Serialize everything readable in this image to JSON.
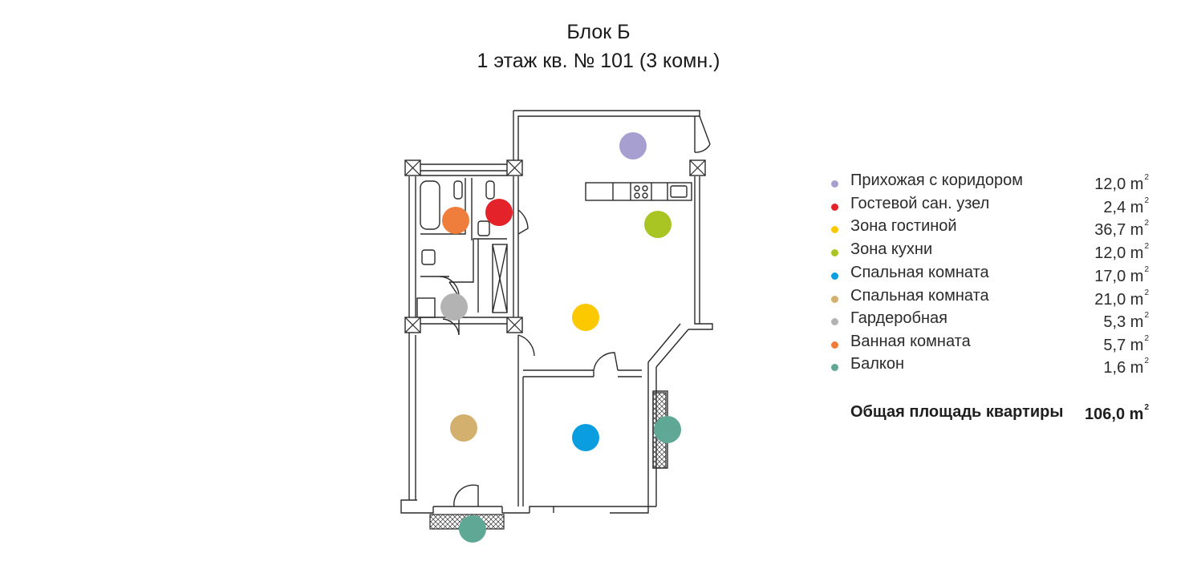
{
  "title": {
    "line1": "Блок Б",
    "line2": "1 этаж кв. № 101 (3 комн.)"
  },
  "rooms": [
    {
      "name": "Прихожая с коридором",
      "area": "12,0",
      "unit": "m",
      "exp": "2",
      "color": "#a69fd0"
    },
    {
      "name": "Гостевой сан. узел",
      "area": "2,4",
      "unit": "m",
      "exp": "2",
      "color": "#e4222a"
    },
    {
      "name": "Зона гостиной",
      "area": "36,7",
      "unit": "m",
      "exp": "2",
      "color": "#fcc800"
    },
    {
      "name": "Зона кухни",
      "area": "12,0",
      "unit": "m",
      "exp": "2",
      "color": "#a8c523"
    },
    {
      "name": "Спальная комната",
      "area": "17,0",
      "unit": "m",
      "exp": "2",
      "color": "#0a9ee0"
    },
    {
      "name": "Спальная комната",
      "area": "21,0",
      "unit": "m",
      "exp": "2",
      "color": "#d3b06e"
    },
    {
      "name": "Гардеробная",
      "area": "5,3",
      "unit": "m",
      "exp": "2",
      "color": "#b3b3b3"
    },
    {
      "name": "Ванная комната",
      "area": "5,7",
      "unit": "m",
      "exp": "2",
      "color": "#ef7d3c"
    },
    {
      "name": "Балкон",
      "area": "1,6",
      "unit": "m",
      "exp": "2",
      "color": "#5fa896"
    }
  ],
  "total": {
    "label": "Общая площадь квартиры",
    "value": "106,0 m",
    "exp": "2"
  }
}
